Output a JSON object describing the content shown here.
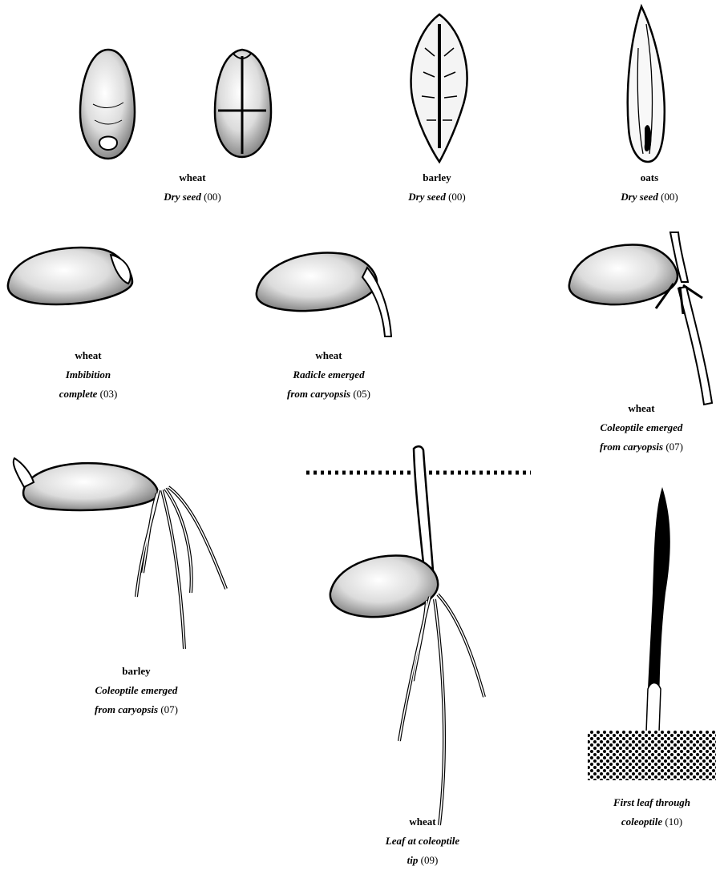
{
  "panels": [
    {
      "id": "wheat-dry",
      "name": "wheat",
      "lines": [
        {
          "text": "Dry seed",
          "code": "(00)"
        }
      ]
    },
    {
      "id": "barley-dry",
      "name": "barley",
      "lines": [
        {
          "text": "Dry seed",
          "code": "(00)"
        }
      ]
    },
    {
      "id": "oats-dry",
      "name": "oats",
      "lines": [
        {
          "text": "Dry seed",
          "code": "(00)"
        }
      ]
    },
    {
      "id": "wheat-imbibition",
      "name": "wheat",
      "lines": [
        {
          "text": "Imbibition",
          "code": ""
        },
        {
          "text": "complete",
          "code": "(03)"
        }
      ]
    },
    {
      "id": "wheat-radicle",
      "name": "wheat",
      "lines": [
        {
          "text": "Radicle emerged",
          "code": ""
        },
        {
          "text": "from caryopsis",
          "code": "(05)"
        }
      ]
    },
    {
      "id": "wheat-coleoptile",
      "name": "wheat",
      "lines": [
        {
          "text": "Coleoptile emerged",
          "code": ""
        },
        {
          "text": "from caryopsis",
          "code": "(07)"
        }
      ]
    },
    {
      "id": "barley-coleoptile",
      "name": "barley",
      "lines": [
        {
          "text": "Coleoptile emerged",
          "code": ""
        },
        {
          "text": "from caryopsis",
          "code": "(07)"
        }
      ]
    },
    {
      "id": "wheat-leaf-tip",
      "name": "wheat",
      "lines": [
        {
          "text": "Leaf at coleoptile",
          "code": ""
        },
        {
          "text": "tip",
          "code": "(09)"
        }
      ]
    },
    {
      "id": "first-leaf",
      "name": "",
      "lines": [
        {
          "text": "First leaf through",
          "code": ""
        },
        {
          "text": "coleoptile",
          "code": "(10)"
        }
      ]
    }
  ],
  "colors": {
    "ink": "#000000",
    "seed_fill": "#ececec",
    "background": "#ffffff"
  }
}
